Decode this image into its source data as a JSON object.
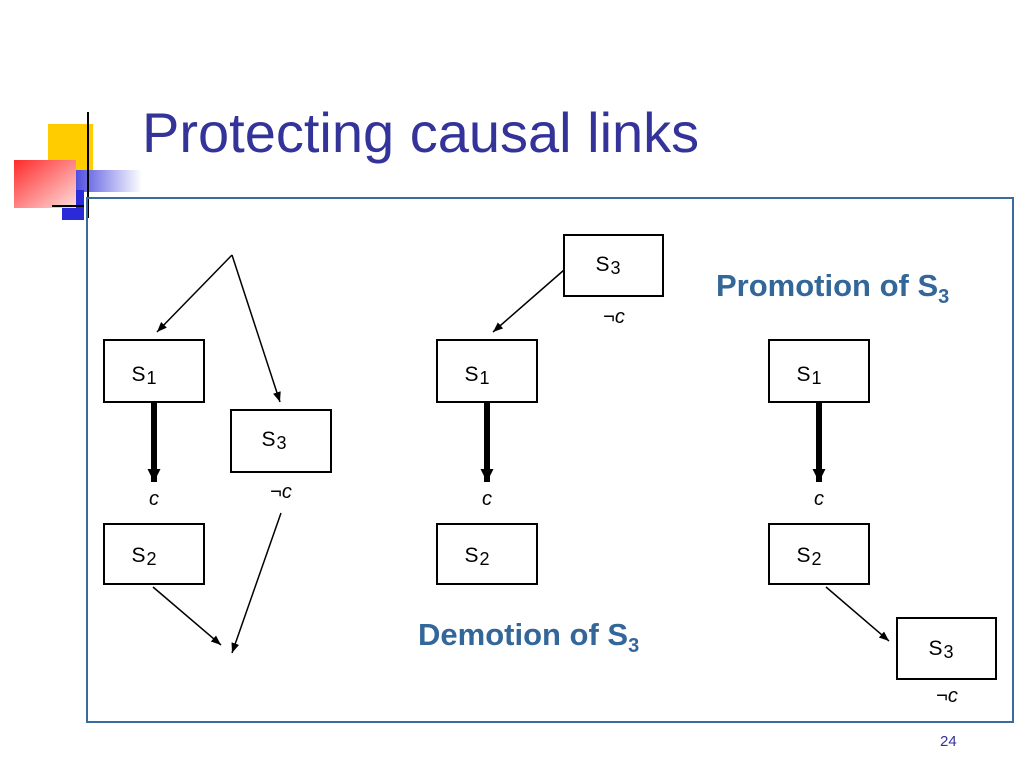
{
  "slide": {
    "title": "Protecting causal links",
    "page_number": "24",
    "captions": {
      "promotion": {
        "text": "Promotion of S",
        "sub": "3"
      },
      "demotion": {
        "text": "Demotion of S",
        "sub": "3"
      }
    }
  },
  "steps": {
    "s1": {
      "letter": "S",
      "sub": "1"
    },
    "s2": {
      "letter": "S",
      "sub": "2"
    },
    "s3": {
      "letter": "S",
      "sub": "3"
    }
  },
  "labels": {
    "condition": "c",
    "negated_condition": "¬c"
  },
  "colors": {
    "title": "#333399",
    "caption": "#336699",
    "frame_border": "#3a6b9e"
  }
}
